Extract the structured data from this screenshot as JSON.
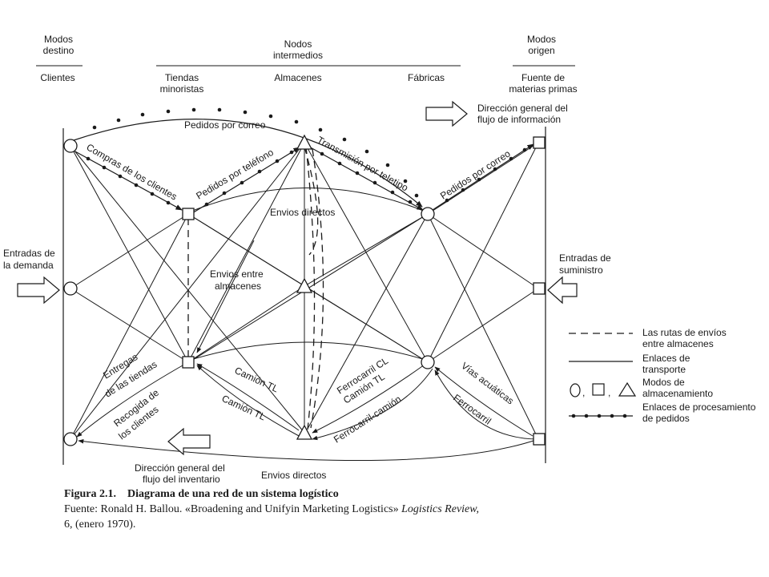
{
  "header": {
    "modos_destino": [
      "Modos",
      "destino"
    ],
    "nodos_intermedios": [
      "Nodos",
      "intermedios"
    ],
    "modos_origen": [
      "Modos",
      "origen"
    ],
    "clientes": "Clientes",
    "tiendas": [
      "Tiendas",
      "minoristas"
    ],
    "almacenes": "Almacenes",
    "fabricas": "Fábricas",
    "fuente": [
      "Fuente de",
      "materias primas"
    ]
  },
  "flow": {
    "informacion": [
      "Dirección general del",
      "flujo de información"
    ],
    "inventario": [
      "Dirección general del",
      "flujo del inventario"
    ],
    "demanda": [
      "Entradas de",
      "la demanda"
    ],
    "suministro": [
      "Entradas de",
      "suministro"
    ]
  },
  "edges": {
    "pedidos_correo_top": "Pedidos por correo",
    "compras_clientes": "Compras de los clientes",
    "pedidos_telefono": "Pedidos por teléfono",
    "transmision_teletipo": "Transmisión por teletipo",
    "pedidos_correo_right": "Pedidos por correo",
    "envios_directos_top": "Envios directos",
    "envios_entre": [
      "Envios entre",
      "almacenes"
    ],
    "entregas_tiendas": [
      "Entregas",
      "de las tiendas"
    ],
    "recogida_clientes": [
      "Recogida de",
      "los clientes"
    ],
    "camion_tl_1": "Camión TL",
    "camion_tl_2": "Camión TL",
    "ferrocarril_cl": "Ferrocarril CL",
    "camion_tl_3": "Camión TL",
    "ferrocarril_camion": "Ferrocarril-camión",
    "vias_acuaticas": "Vías acuáticas",
    "ferrocarril": "Ferrocarril",
    "envios_directos_bottom": "Envios directos"
  },
  "legend": {
    "dashed": [
      "Las rutas de envíos",
      "entre almacenes"
    ],
    "solid": [
      "Enlaces de",
      "transporte"
    ],
    "shapes_sep": ",",
    "shapes": [
      "Modos de",
      "almacenamiento"
    ],
    "dotted": [
      "Enlaces de procesamiento",
      "de pedidos"
    ]
  },
  "caption": {
    "figure": "Figura 2.1.",
    "title": "Diagrama de una red de un sistema logístico",
    "source_prefix": "Fuente: Ronald H. Ballou. «Broadening and Unifyin Marketing Logistics»",
    "source_journal": "Logistics Review,",
    "source_line2": "6, (enero 1970)."
  }
}
